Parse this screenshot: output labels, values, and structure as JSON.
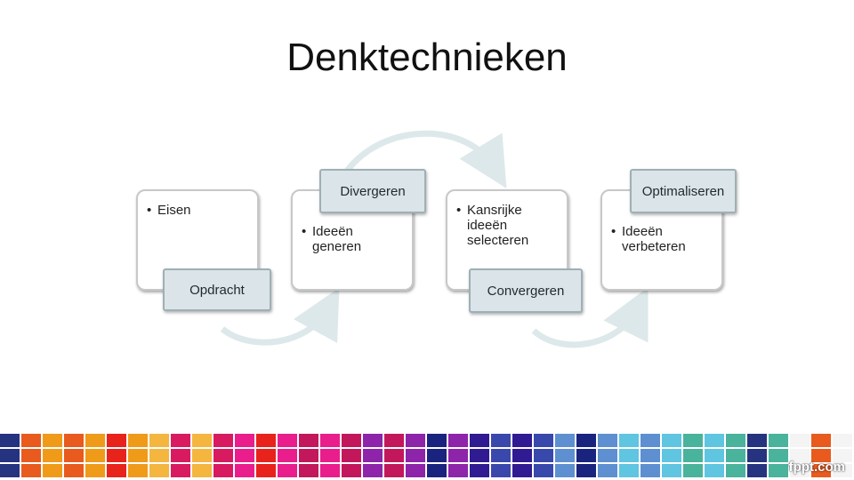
{
  "title": "Denktechnieken",
  "steps": [
    {
      "label": "Opdracht",
      "bullet": "Eisen"
    },
    {
      "label": "Divergeren",
      "bullet": "Ideeën generen"
    },
    {
      "label": "Convergeren",
      "bullet": "Kansrijke ideeën selecteren"
    },
    {
      "label": "Optimaliseren",
      "bullet": "Ideeën verbeteren"
    }
  ],
  "footer": {
    "logo": "fppt.com",
    "palette": [
      "#e85a1e",
      "#f09a19",
      "#f4b63f",
      "#e8231c",
      "#d81b60",
      "#e91e8c",
      "#c2185b",
      "#8e24aa",
      "#311b92",
      "#1a237e",
      "#3949ab",
      "#5e8fd0",
      "#5fc5e0",
      "#4ab39c",
      "#f4f4f4",
      "#263380"
    ]
  }
}
